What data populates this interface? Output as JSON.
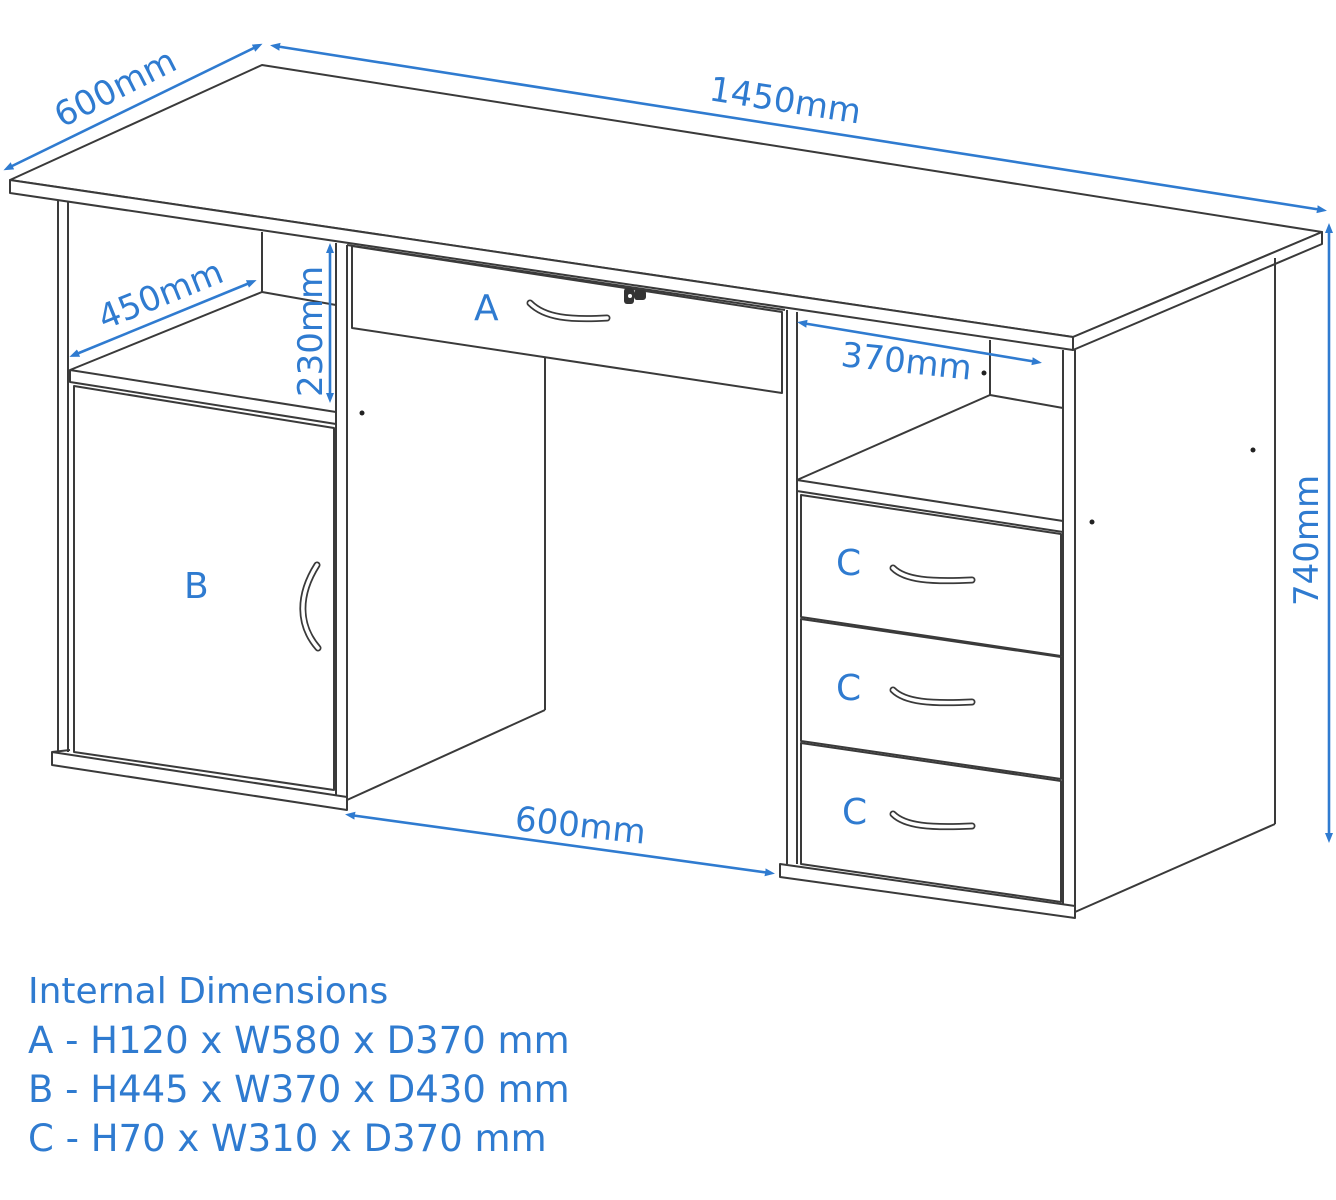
{
  "colors": {
    "dimension_blue": "#2f7bd0",
    "line_dark": "#3a3a3a",
    "background": "#ffffff"
  },
  "dimensions": {
    "overall_depth": "600mm",
    "overall_width": "1450mm",
    "overall_height": "740mm",
    "shelf_depth": "450mm",
    "shelf_height": "230mm",
    "right_shelf_width": "370mm",
    "knee_space_width": "600mm"
  },
  "parts": {
    "drawer_a": "A",
    "cupboard_b": "B",
    "drawers_c": [
      "C",
      "C",
      "C"
    ]
  },
  "legend": {
    "title": "Internal Dimensions",
    "rows": [
      "A - H120 x W580 x D370 mm",
      "B - H445 x W370 x D430 mm",
      "C - H70 x W310 x D370 mm"
    ]
  }
}
